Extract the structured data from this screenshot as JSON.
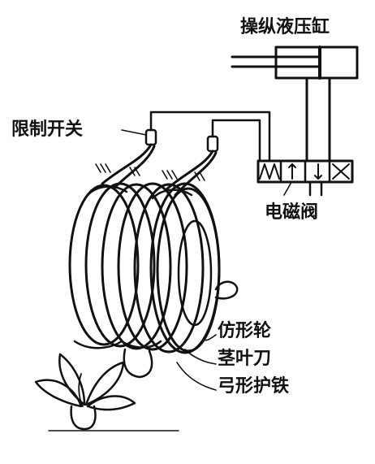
{
  "labels": {
    "cylinder": "操纵液压缸",
    "limit_switch": "限制开关",
    "solenoid_valve": "电磁阀",
    "profile_wheel": "仿形轮",
    "stem_leaf_knife": "茎叶刀",
    "bow_guard": "弓形护铁"
  },
  "colors": {
    "ink": "#111111",
    "paper": "#ffffff"
  }
}
